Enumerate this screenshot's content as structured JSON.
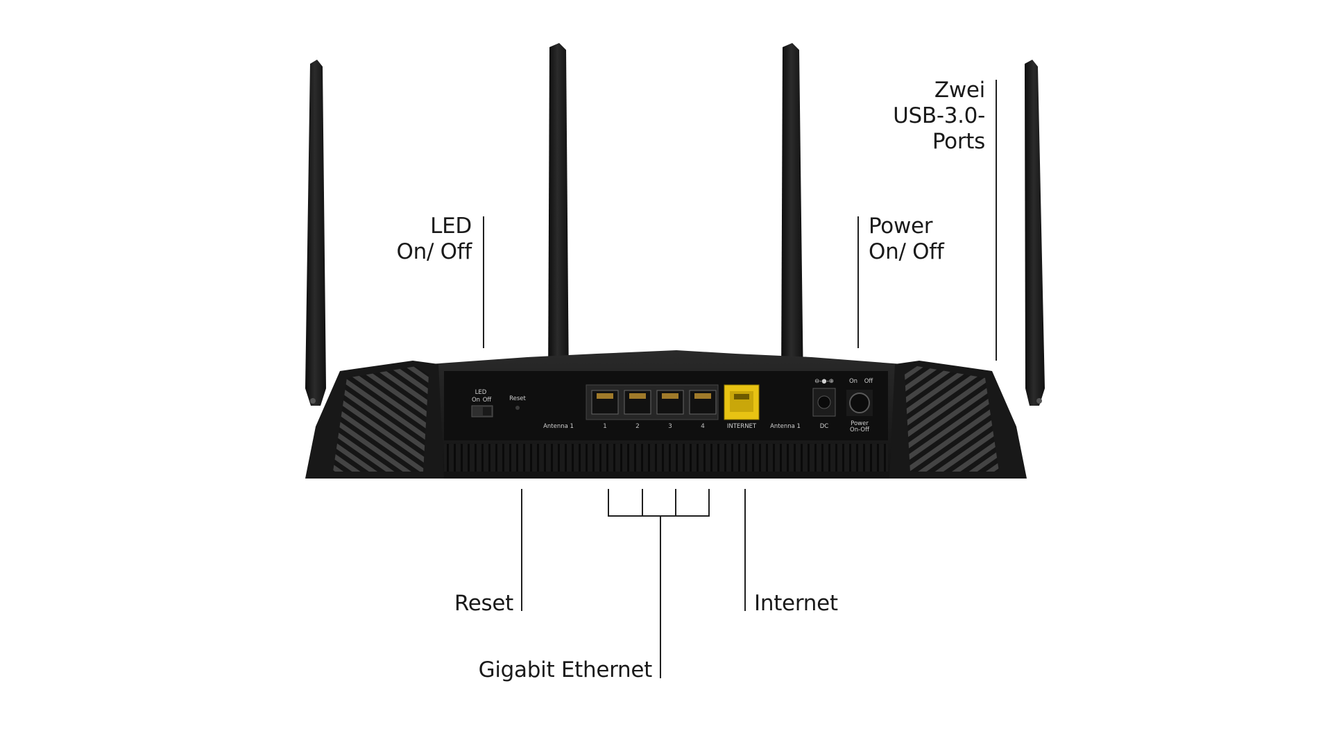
{
  "callouts": {
    "usb": [
      "Zwei",
      "USB-3.0-",
      "Ports"
    ],
    "led": [
      "LED",
      "On/ Off"
    ],
    "power": [
      "Power",
      "On/ Off"
    ],
    "reset": "Reset",
    "gigabit": "Gigabit Ethernet",
    "internet": "Internet"
  },
  "panel": {
    "led_title": "LED",
    "led_on": "On",
    "led_off": "Off",
    "reset_label": "Reset",
    "antenna_left": "Antenna 1",
    "antenna_right": "Antenna 1",
    "port_labels": [
      "1",
      "2",
      "3",
      "4"
    ],
    "internet_label": "INTERNET",
    "dc_label": "DC",
    "power_on": "On",
    "power_off": "Off",
    "power_switch_label_1": "Power",
    "power_switch_label_2": "On-Off"
  },
  "colors": {
    "router_body": "#1b1b1b",
    "internet_port": "#e8c313",
    "background": "#ffffff"
  }
}
